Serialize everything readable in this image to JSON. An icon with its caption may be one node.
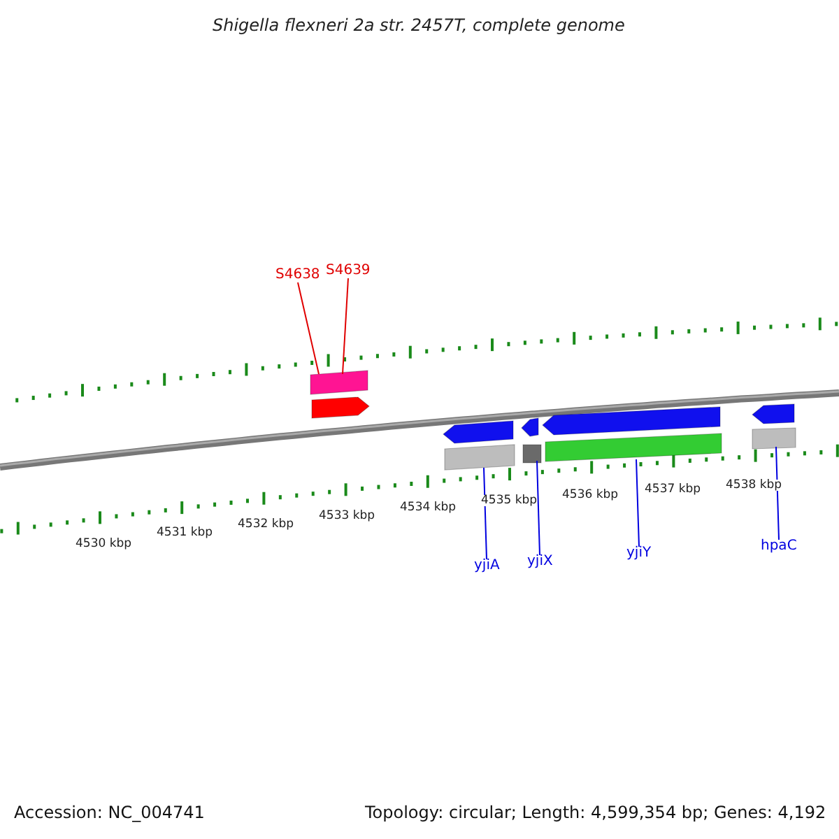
{
  "diagram": {
    "title": "Shigella flexneri 2a str. 2457T, complete genome",
    "nodes": [
      {
        "text": [
          "S4638"
        ]
      },
      {
        "text": [
          "S4639"
        ]
      },
      {
        "text": [],
        "shape": "bar"
      },
      {
        "text": [],
        "shape": "arrow"
      },
      {
        "text": [
          "yjiA"
        ]
      },
      {
        "text": [
          "yjiX"
        ]
      },
      {
        "text": [
          "yjiY"
        ]
      },
      {
        "text": [
          "hpaC"
        ]
      },
      {
        "text": [],
        "shape": "arrow"
      },
      {
        "text": [],
        "shape": "bar"
      },
      {
        "text": [],
        "shape": "arrow"
      },
      {
        "text": [],
        "shape": "bar"
      },
      {
        "text": [],
        "shape": "arrow"
      },
      {
        "text": [],
        "shape": "bar"
      },
      {
        "text": [],
        "shape": "arrow"
      },
      {
        "text": [],
        "shape": "bar"
      }
    ],
    "edges": [
      {
        "from": 0,
        "to": 2,
        "arrow": "none",
        "color": "#e00000"
      },
      {
        "from": 1,
        "to": 2,
        "arrow": "none",
        "color": "#e00000"
      },
      {
        "from": 4,
        "to": 9,
        "arrow": "none"
      },
      {
        "from": 5,
        "to": 11,
        "arrow": "none"
      },
      {
        "from": 6,
        "to": 13,
        "arrow": "none"
      },
      {
        "from": 7,
        "to": 15,
        "arrow": "none"
      }
    ],
    "labels": [
      "4530 kbp",
      "4531 kbp",
      "4532 kbp",
      "4533 kbp",
      "4534 kbp",
      "4535 kbp",
      "4536 kbp",
      "4537 kbp",
      "4538 kbp",
      "Accession: NC_004741",
      "Topology: circular; Length: 4,599,354 bp; Genes: 4,192"
    ]
  }
}
